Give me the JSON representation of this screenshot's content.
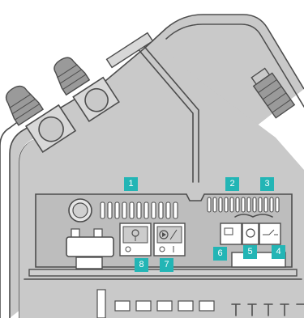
{
  "colors": {
    "background": "#ffffff",
    "body_gray": "#c9c9c9",
    "panel_gray": "#b9b9b9",
    "outline": "#4d4d4d",
    "badge_teal": "#23b5b5"
  },
  "callouts": [
    {
      "id": "1",
      "label": "1"
    },
    {
      "id": "2",
      "label": "2"
    },
    {
      "id": "3",
      "label": "3"
    },
    {
      "id": "4",
      "label": "4"
    },
    {
      "id": "5",
      "label": "5"
    },
    {
      "id": "6",
      "label": "6"
    },
    {
      "id": "7",
      "label": "7"
    },
    {
      "id": "8",
      "label": "8"
    }
  ]
}
